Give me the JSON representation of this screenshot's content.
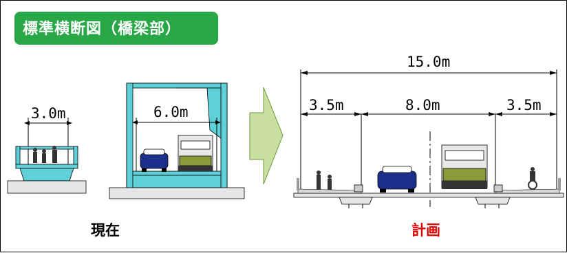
{
  "title": "標準横断図（橋梁部）",
  "current": {
    "caption": "現在",
    "footbridge_width": "3.0m",
    "roadway_width": "6.0m"
  },
  "planned": {
    "caption": "計画",
    "total_width": "15.0m",
    "left_sidewalk": "3.5m",
    "roadway": "8.0m",
    "right_sidewalk": "3.5m"
  },
  "colors": {
    "title_bg": "#27a745",
    "structure_cyan": "#5fd0d8",
    "arrow_fill": "#c8dfa0",
    "planned_caption": "#e00000"
  },
  "icons": [
    "arrow-right-icon",
    "car-icon",
    "truck-icon",
    "pedestrian-icon",
    "cyclist-icon"
  ]
}
